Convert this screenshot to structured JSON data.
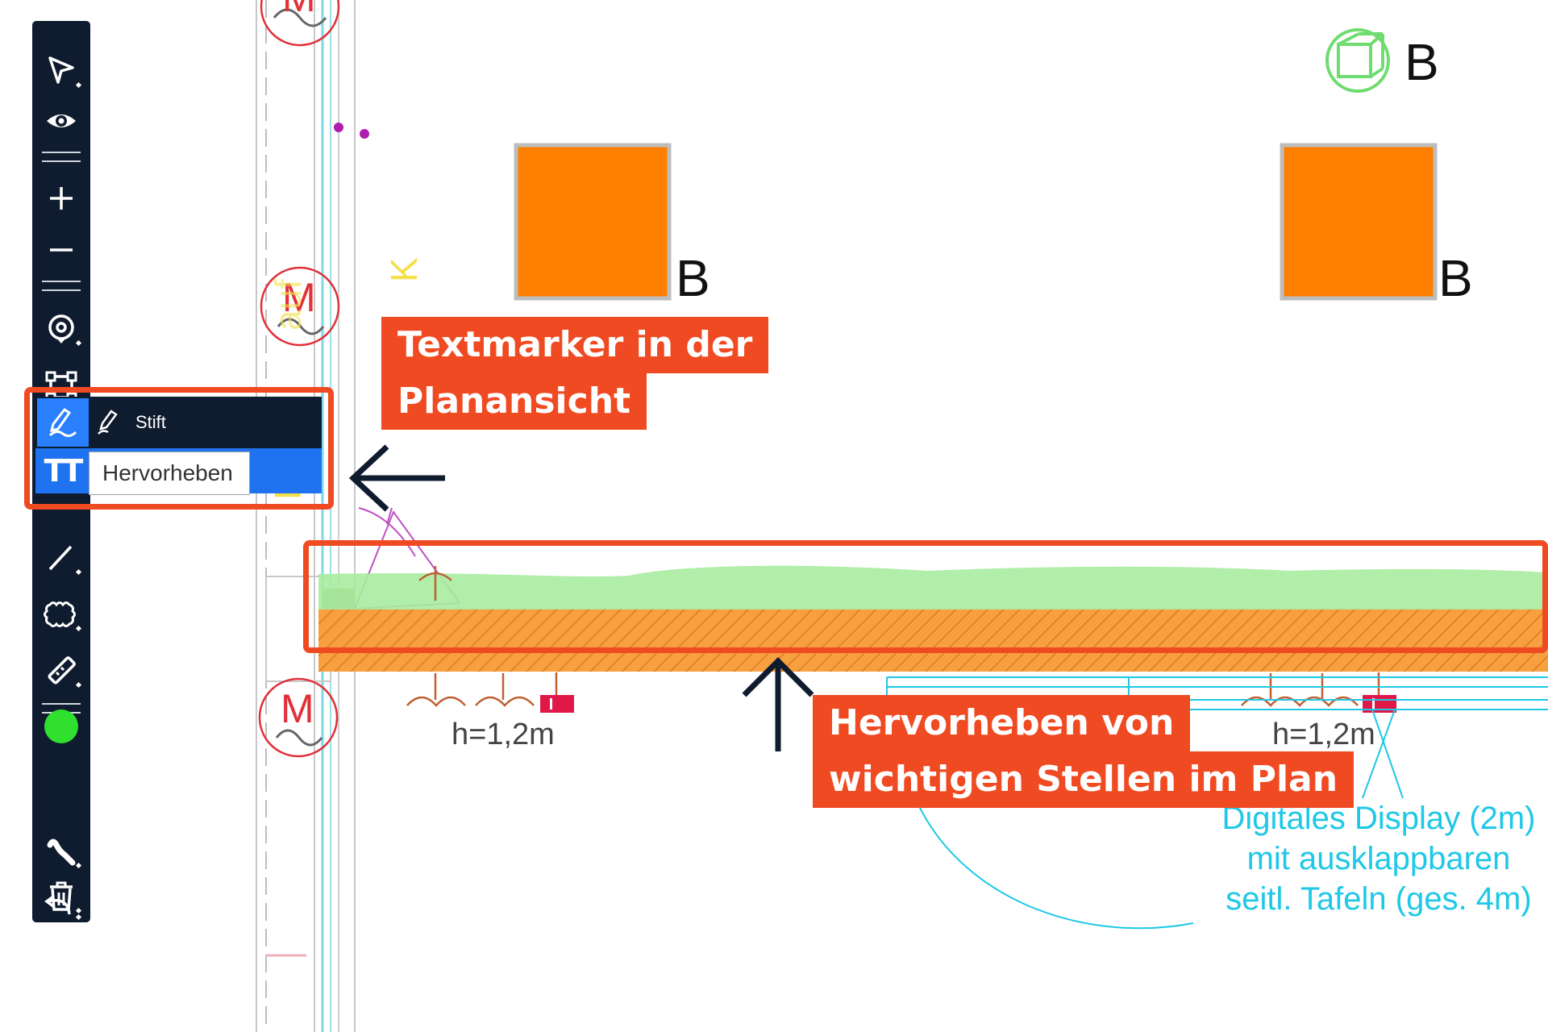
{
  "plan": {
    "label_b_top": "B",
    "label_b_box1": "B",
    "label_b_box2": "B",
    "motor_label": "M",
    "yellow_vertical_text": "Ra",
    "yellow_vertical_text_top": "auf",
    "yellow_k": "K",
    "height_label_left": "h=1,2m",
    "height_label_right": "h=1,2m",
    "display_note_line1": "Digitales Display (2m)",
    "display_note_line2": "mit ausklappbaren",
    "display_note_line3": "seitl. Tafeln (ges. 4m)"
  },
  "toolbar": {
    "tools": [
      {
        "name": "select-tool",
        "icon": "pointer-icon"
      },
      {
        "name": "view-tool",
        "icon": "eye-icon"
      },
      {
        "name": "zoom-in-tool",
        "icon": "plus-icon"
      },
      {
        "name": "zoom-out-tool",
        "icon": "minus-icon"
      },
      {
        "name": "pin-tool",
        "icon": "location-pin-icon"
      },
      {
        "name": "area-tool",
        "icon": "bounding-box-icon"
      },
      {
        "name": "pen-tool",
        "icon": "pen-icon",
        "active": true
      },
      {
        "name": "text-tool",
        "icon": "text-size-icon"
      },
      {
        "name": "line-tool",
        "icon": "line-icon"
      },
      {
        "name": "cloud-tool",
        "icon": "cloud-shape-icon"
      },
      {
        "name": "measure-tool",
        "icon": "ruler-icon"
      },
      {
        "name": "color-picker",
        "icon": "color-dot-icon",
        "color": "#2fe02f"
      },
      {
        "name": "stroke-width-tool",
        "icon": "stroke-icon"
      },
      {
        "name": "undo-tool",
        "icon": "undo-icon"
      },
      {
        "name": "delete-tool",
        "icon": "trash-icon"
      }
    ],
    "flyout": {
      "stift_label": "Stift",
      "hervorheben_label": "Hervorheben",
      "tt_label": "TT"
    }
  },
  "callouts": {
    "textmarker_line1": "Textmarker in der",
    "textmarker_line2": "Planansicht",
    "hervorheben_line1": "Hervorheben von",
    "hervorheben_line2": "wichtigen Stellen im Plan"
  },
  "colors": {
    "accent": "#f04a22",
    "toolbar": "#0f1b2e",
    "active_tool": "#2a7fff",
    "highlight_green": "#a8ecA0",
    "orange_box": "#ff8000",
    "plan_cyan": "#1ec8e6",
    "motor_red": "#e0303a"
  }
}
